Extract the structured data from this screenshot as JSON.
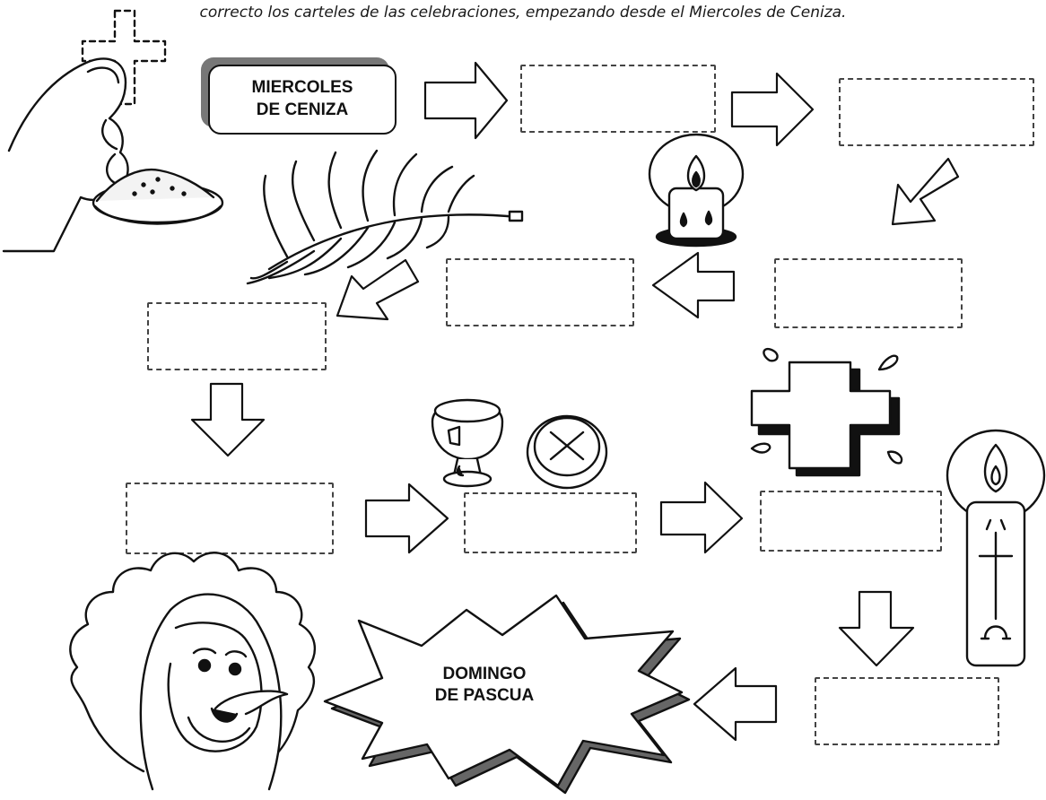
{
  "instruction": "correcto los carteles de las celebraciones, empezando desde el Miercoles de Ceniza.",
  "start_card": {
    "label": "MIERCOLES\nDE CENIZA"
  },
  "end_card": {
    "label": "DOMINGO\nDE PASCUA"
  },
  "blank_boxes": [
    {
      "id": 1
    },
    {
      "id": 2
    },
    {
      "id": 3
    },
    {
      "id": 4
    },
    {
      "id": 5
    },
    {
      "id": 6
    },
    {
      "id": 7
    },
    {
      "id": 8
    },
    {
      "id": 9
    }
  ],
  "pictures": [
    "hand-with-ashes-icon",
    "palm-branch-icon",
    "candle-icon",
    "chalice-and-host-icon",
    "cross-icon",
    "paschal-candle-icon",
    "risen-jesus-icon"
  ],
  "colors": {
    "ink": "#111111",
    "shadow": "#777777",
    "dashed": "#444444",
    "background": "#ffffff"
  }
}
